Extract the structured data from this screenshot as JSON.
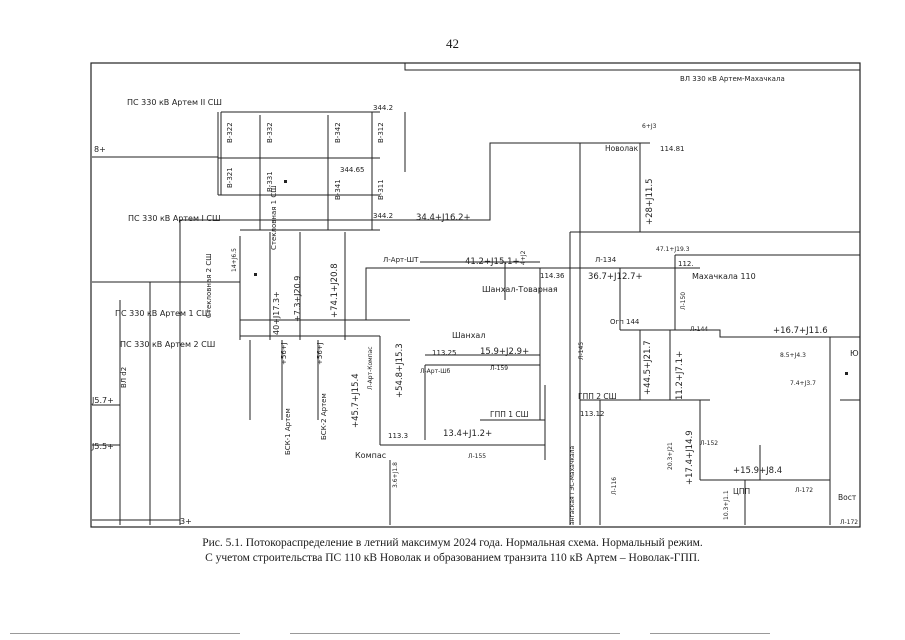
{
  "page": {
    "number": "42"
  },
  "caption": {
    "line1": "Рис. 5.1. Потокораспределение в летний максимум 2024 года. Нормальная схема. Нормальный режим.",
    "line2": "С учетом строительства ПС 110 кВ Новолак и образованием транзита 110 кВ Артем – Новолак-ГПП."
  },
  "labels": {
    "vl330": "ВЛ 330 кВ Артем-Махачкала",
    "ps330_2sh": "ПС 330 кВ Артем II СШ",
    "ps330_1sh": "ПС 330 кВ Артем I СШ",
    "ps330_1sh_low": "ПС 330 кВ Артем 1 СШ",
    "ps330_2sh_low": "ПС 330 кВ Артем 2 СШ",
    "b322": "В-322",
    "b332": "В-332",
    "b342": "В-342",
    "b312": "В-312",
    "b321": "В-321",
    "b331": "В-331",
    "b341": "В-341",
    "b311": "В-311",
    "v3444": "344.2",
    "v3446": "344.65",
    "v3442b": "344.2",
    "flow_top": "34.4+J16.2+",
    "flow_left": "8+",
    "novolak": "Новолак",
    "novolak_v": "114.81",
    "novolak_flow": "6+J3",
    "flow_novolak": "+28+J11.5",
    "steklo2": "Стекловная 2 СШ",
    "steklo1": "Стекловная 1 СШ",
    "flow_s1": "40+J17.3+",
    "flow_s2": "+7.3+J20.9",
    "flow_s3": "+74.1+J20.8",
    "flow_s4": "14+J6.5",
    "l_art_sh": "Л-Арт-ШТ",
    "flow_sh": "41.2+J15.1+",
    "shanhal_t": "Шанхал-Товарная",
    "v11436": "114.36",
    "l4_12": "4+J2",
    "l134": "Л-134",
    "flow_134": "36.7+J12.7+",
    "mah110": "Махачкала 110",
    "flow_mah": "47.1+J19.3",
    "v112": "112.",
    "l150": "Л-150",
    "l144": "Л-144",
    "ogp144": "Огп 144",
    "flow_144": "+16.7+J11.6",
    "flow_r1": "8.5+J4.3",
    "flow_r2": "7.4+J3.7",
    "ogp_right": "Ю",
    "l145": "Л-145",
    "flow_v1": "+44.5+J21.7",
    "flow_v2": "11.2+J7.1+",
    "shanhal": "Шанхал",
    "shanhal_v": "113.25",
    "flow_shanhal": "15.9+J2.9+",
    "l_art_komp": "Л-Арт-Компас",
    "flow_k1": "+45.7+J15.4",
    "flow_k2": "+54.8+J15.3",
    "l_art_sh6": "Л-Арт-Шб",
    "l159": "Л-159",
    "gpp1": "ГПП 1 СШ",
    "gpp2": "ГПП 2 СШ",
    "gpp_v": "113.12",
    "komp": "Компас",
    "komp_v": "113.3",
    "flow_komp": "13.4+J1.2+",
    "l155": "Л-155",
    "komp_flow2": "3.6+J1.8",
    "bsk1": "БСК-1 Артем",
    "bsk2": "БСК-2 Артем",
    "flow_b1": "+56+J",
    "flow_b2": "+56+J",
    "flow_left1": "J5.7+",
    "flow_left2": "J5.5+",
    "vl_left": "ВЛ d2",
    "flow_left3": "3+",
    "flow_152a": "+17.4+J14.9",
    "flow_152b": "20.3+J21",
    "l152": "Л-152",
    "l116": "Л-116",
    "flow_172": "+15.9+J8.4",
    "l172": "Л-172",
    "cpp": "ЦПП",
    "vost": "Вост",
    "l172b": "Л-172",
    "gez": "ангаская ГЭС-Махачкала",
    "cpp_flow": "10.3+J1.1",
    "l_mid": "Л-159"
  }
}
